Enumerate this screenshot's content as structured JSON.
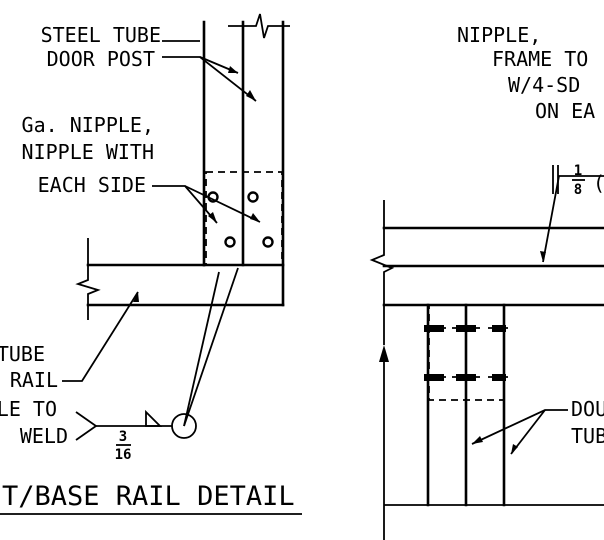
{
  "left_detail": {
    "label_post": [
      "STEEL TUBE",
      "DOOR POST"
    ],
    "label_nipple": [
      "Ga. NIPPLE,",
      "NIPPLE WITH",
      "EACH SIDE"
    ],
    "label_rail": [
      "TUBE",
      "RAIL"
    ],
    "label_weld": [
      "LE TO",
      "WELD"
    ],
    "weld_size": {
      "numerator": "3",
      "denominator": "16"
    },
    "title": "T/BASE RAIL DETAIL"
  },
  "right_detail": {
    "label_nipple": [
      "NIPPLE,",
      "FRAME TO",
      "W/4-SD",
      "ON EA"
    ],
    "fraction": {
      "numerator": "1",
      "denominator": "8",
      "suffix": "("
    },
    "label_door": [
      "DOU",
      "TUB"
    ]
  }
}
